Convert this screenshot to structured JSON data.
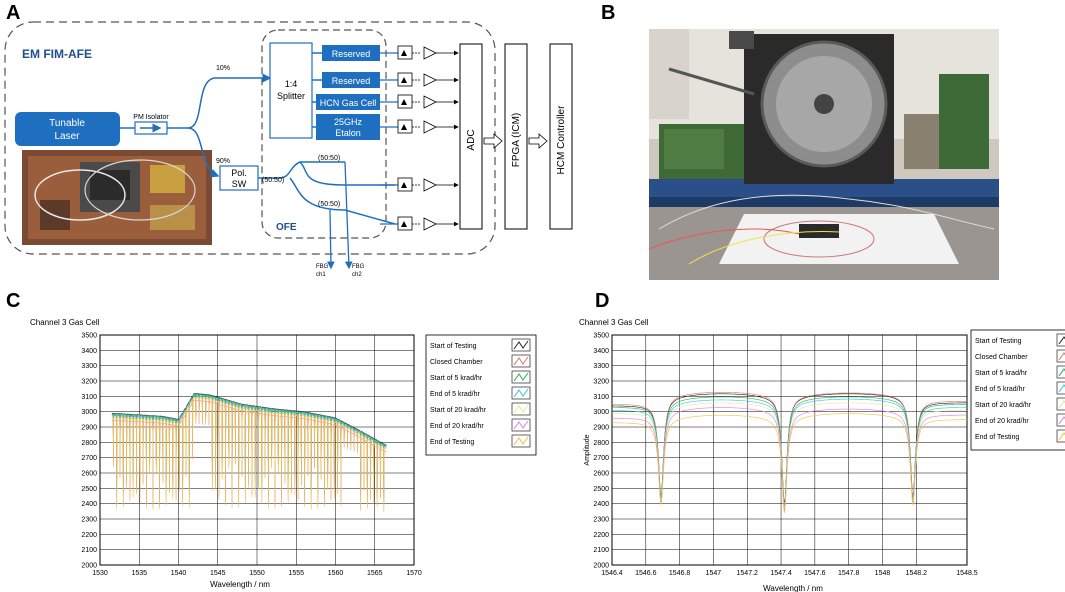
{
  "panels": {
    "a": "A",
    "b": "B",
    "c": "C",
    "d": "D"
  },
  "diagram": {
    "title": "EM FIM-AFE",
    "laser": [
      "Tunable",
      "Laser"
    ],
    "isolator": "PM Isolator",
    "pct10": "10%",
    "pct90": "90%",
    "polsw": [
      "Pol.",
      "SW"
    ],
    "splitter": [
      "1:4",
      "Splitter"
    ],
    "boxes": [
      [
        "Reserved"
      ],
      [
        "Reserved"
      ],
      [
        "HCN Gas Cell"
      ],
      [
        "25GHz",
        "Etalon"
      ]
    ],
    "couplers": [
      "(50:50)",
      "(50:50)",
      "(50:50)"
    ],
    "ofe": "OFE",
    "adc": "ADC",
    "fpga": "FPGA (ICM)",
    "hcm": "HCM Controller",
    "fbg1": [
      "FBG",
      "ch1"
    ],
    "fbg2": [
      "FBG",
      "ch2"
    ]
  },
  "legend": [
    "Start of Testing",
    "Closed Chamber",
    "Start of 5 krad/hr",
    "End of 5 krad/hr",
    "Start of 20 krad/hr",
    "End of 20 krad/hr",
    "End of Testing"
  ],
  "colors": {
    "series": [
      "#222222",
      "#e07070",
      "#22b04a",
      "#2ec4e8",
      "#e8e890",
      "#e87ae8",
      "#f0c040"
    ],
    "blue": "#1f6fc0"
  },
  "chart_data": [
    {
      "type": "line",
      "title": "Channel 3 Gas Cell",
      "xlabel": "Wavelength / nm",
      "ylabel": "",
      "xlim": [
        1530,
        1570
      ],
      "ylim": [
        2000,
        3500
      ],
      "xticks": [
        1530,
        1535,
        1540,
        1545,
        1550,
        1555,
        1560,
        1565,
        1570
      ],
      "yticks": [
        2000,
        2100,
        2200,
        2300,
        2400,
        2500,
        2600,
        2700,
        2800,
        2900,
        3000,
        3100,
        3200,
        3300,
        3400,
        3500
      ],
      "x_range_data": [
        1531.5,
        1566.5
      ],
      "baseline": {
        "x": [
          1531.5,
          1535,
          1538,
          1540,
          1542,
          1544,
          1548,
          1552,
          1556,
          1560,
          1563,
          1566.5
        ],
        "y": [
          2990,
          2980,
          2970,
          2950,
          3120,
          3110,
          3050,
          3020,
          3000,
          2960,
          2880,
          2780
        ]
      },
      "dip_min_approx": 2250,
      "series": [
        {
          "name": "Start of Testing"
        },
        {
          "name": "Closed Chamber"
        },
        {
          "name": "Start of 5 krad/hr"
        },
        {
          "name": "End of 5 krad/hr"
        },
        {
          "name": "Start of 20 krad/hr"
        },
        {
          "name": "End of 20 krad/hr"
        },
        {
          "name": "End of Testing"
        }
      ]
    },
    {
      "type": "line",
      "title": "Channel 3 Gas Cell",
      "xlabel": "Wavelength / nm",
      "ylabel": "Amplitude",
      "xlim": [
        1546.4,
        1548.5
      ],
      "ylim": [
        2000,
        3500
      ],
      "xticks": [
        1546.4,
        1546.6,
        1546.8,
        1547,
        1547.2,
        1547.4,
        1547.6,
        1547.8,
        1548,
        1548.2,
        1548.5
      ],
      "xticklabels": [
        "1546.4",
        "1546.6",
        "1546.8",
        "1547",
        "1547.2",
        "1547.4",
        "1547.6",
        "1547.8",
        "1548",
        "1548.2",
        "1548.5"
      ],
      "yticks": [
        2000,
        2100,
        2200,
        2300,
        2400,
        2500,
        2600,
        2700,
        2800,
        2900,
        3000,
        3100,
        3200,
        3300,
        3400,
        3500
      ],
      "dips": [
        {
          "center": 1546.69,
          "min": 2450
        },
        {
          "center": 1547.42,
          "min": 2400
        },
        {
          "center": 1548.18,
          "min": 2450
        }
      ],
      "series": [
        {
          "name": "Start of Testing",
          "baseline": [
            3040,
            3120,
            3120,
            3060
          ]
        },
        {
          "name": "Closed Chamber",
          "baseline": [
            3050,
            3130,
            3125,
            3070
          ]
        },
        {
          "name": "Start of 5 krad/hr",
          "baseline": [
            3030,
            3100,
            3100,
            3050
          ]
        },
        {
          "name": "End of 5 krad/hr",
          "baseline": [
            3010,
            3080,
            3085,
            3030
          ]
        },
        {
          "name": "Start of 20 krad/hr",
          "baseline": [
            2990,
            3060,
            3060,
            3010
          ]
        },
        {
          "name": "End of 20 krad/hr",
          "baseline": [
            2960,
            3030,
            3020,
            2980
          ]
        },
        {
          "name": "End of Testing",
          "baseline": [
            2930,
            2980,
            2990,
            2950
          ]
        }
      ]
    }
  ]
}
